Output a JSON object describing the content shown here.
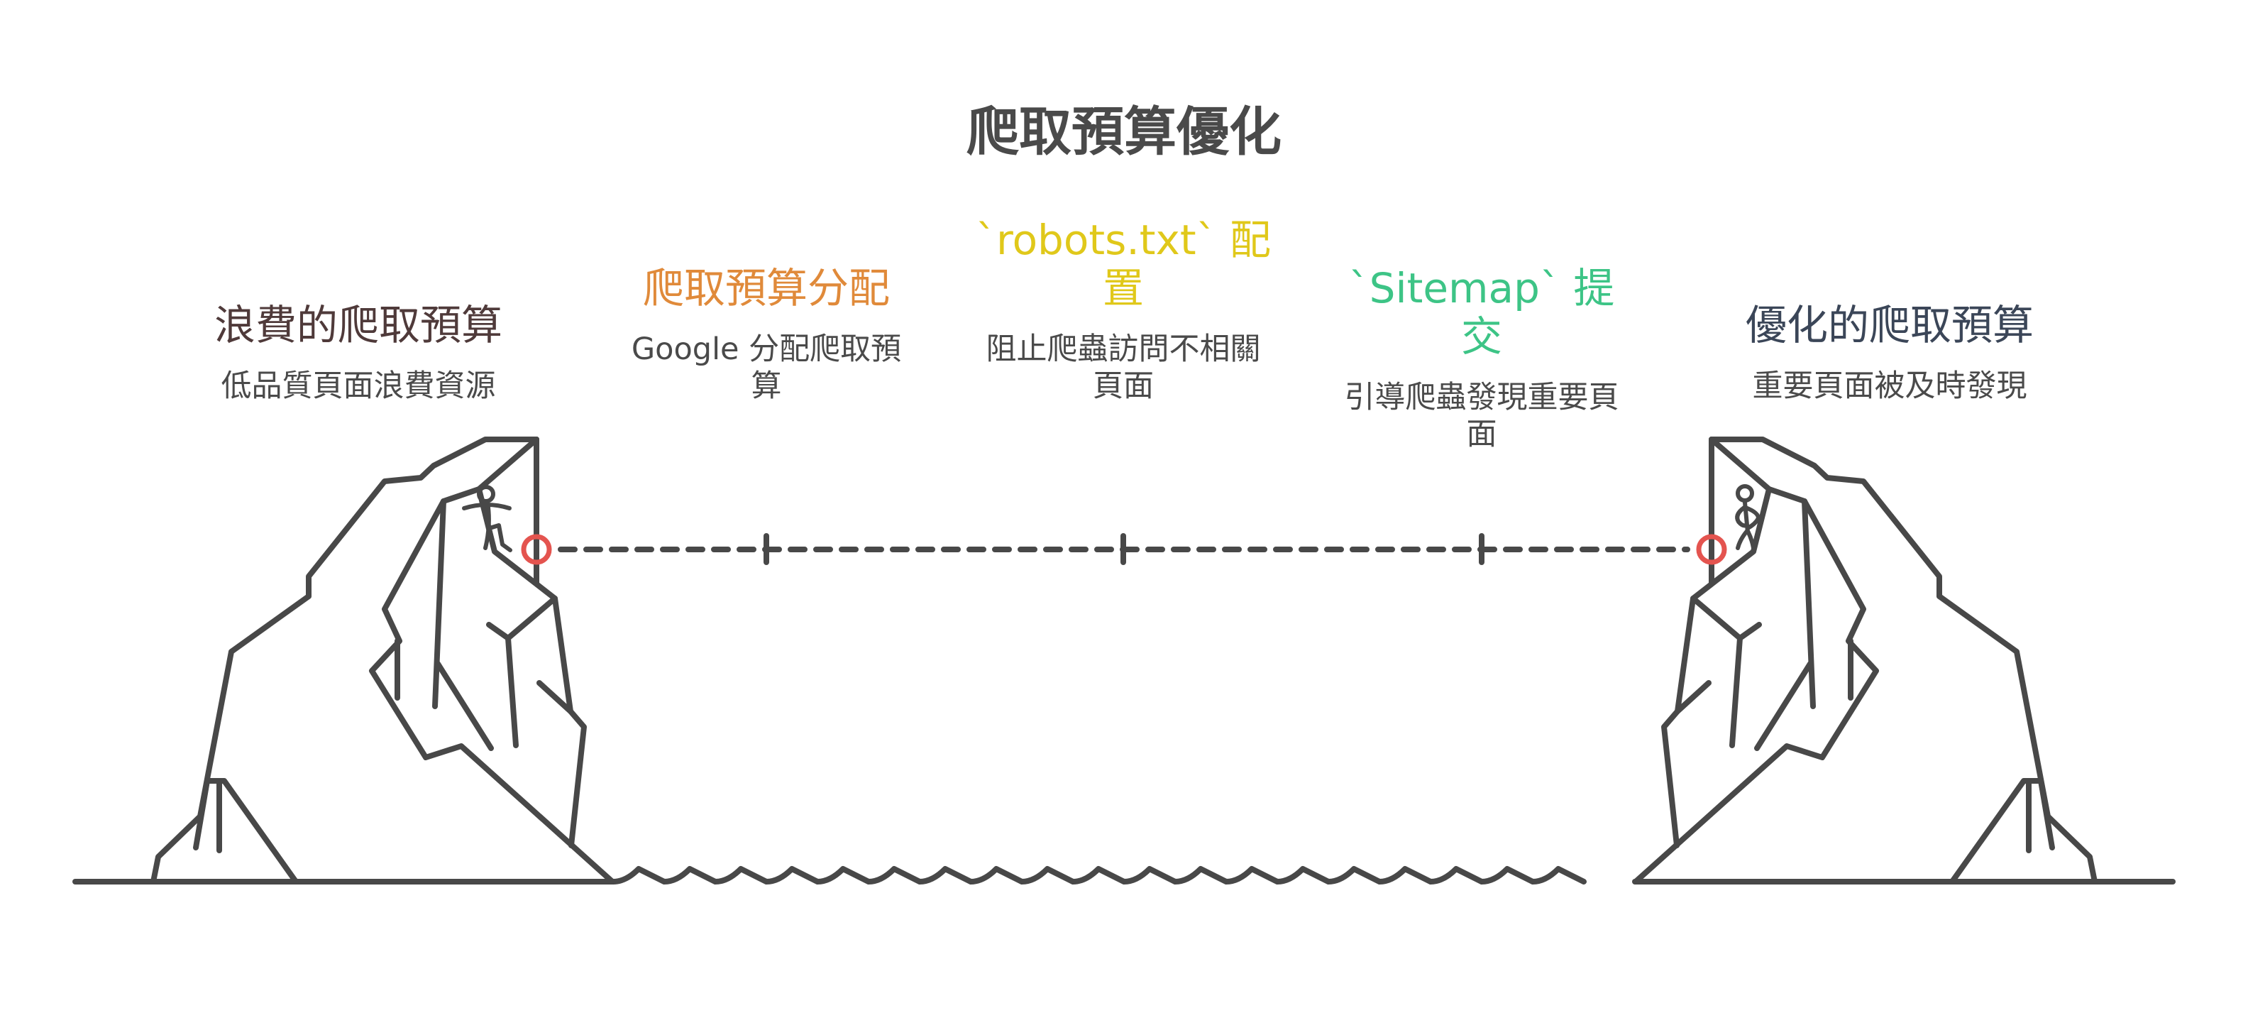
{
  "title": "爬取預算優化",
  "start": {
    "heading": "浪費的爬取預算",
    "description": "低品質頁面浪費資源",
    "color": "#4f3a3a"
  },
  "steps": [
    {
      "heading": "爬取預算分配",
      "description": "Google 分配爬取預\n算",
      "color": "#e08a3a"
    },
    {
      "heading": "`robots.txt` 配\n置",
      "description": "阻止爬蟲訪問不相關\n頁面",
      "color": "#e0c81a"
    },
    {
      "heading": "`Sitemap` 提交",
      "description": "引導爬蟲發現重要頁\n面",
      "color": "#3dc486"
    }
  ],
  "end": {
    "heading": "優化的爬取預算",
    "description": "重要頁面被及時發現",
    "color": "#3b4658"
  },
  "icons": {
    "left_figure": "stick-figure-balancing-icon",
    "right_figure": "stick-figure-standing-icon",
    "left_marker": "red-circle-marker-icon",
    "right_marker": "red-circle-marker-icon"
  },
  "colors": {
    "ink": "#484848",
    "marker": "#e4544f",
    "text": "#4a4a4a"
  }
}
